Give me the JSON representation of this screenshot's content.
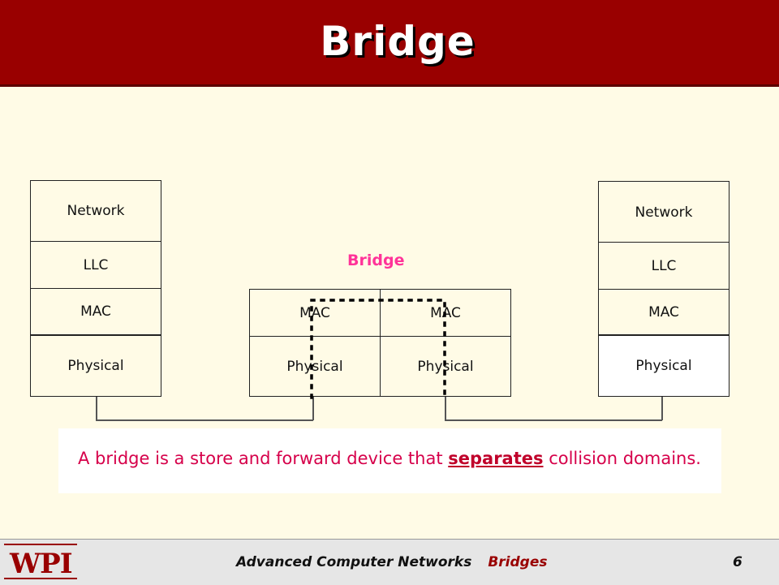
{
  "title": "Bridge",
  "left_stack": [
    "Network",
    "LLC",
    "MAC",
    "Physical"
  ],
  "right_stack": [
    "Network",
    "LLC",
    "MAC",
    "Physical"
  ],
  "bridge": {
    "label": "Bridge",
    "left_port": [
      "MAC",
      "Physical"
    ],
    "right_port": [
      "MAC",
      "Physical"
    ]
  },
  "caption": {
    "before": "A bridge is a store and forward device that ",
    "emphasis": "separates",
    "after": " collision domains."
  },
  "footer": {
    "logo": "WPI",
    "course": "Advanced Computer Networks",
    "section": "Bridges",
    "page": "6"
  },
  "colors": {
    "header": "#990000",
    "background": "#fffbe6",
    "accent_pink": "#ff3399",
    "caption_red": "#d6004a"
  }
}
